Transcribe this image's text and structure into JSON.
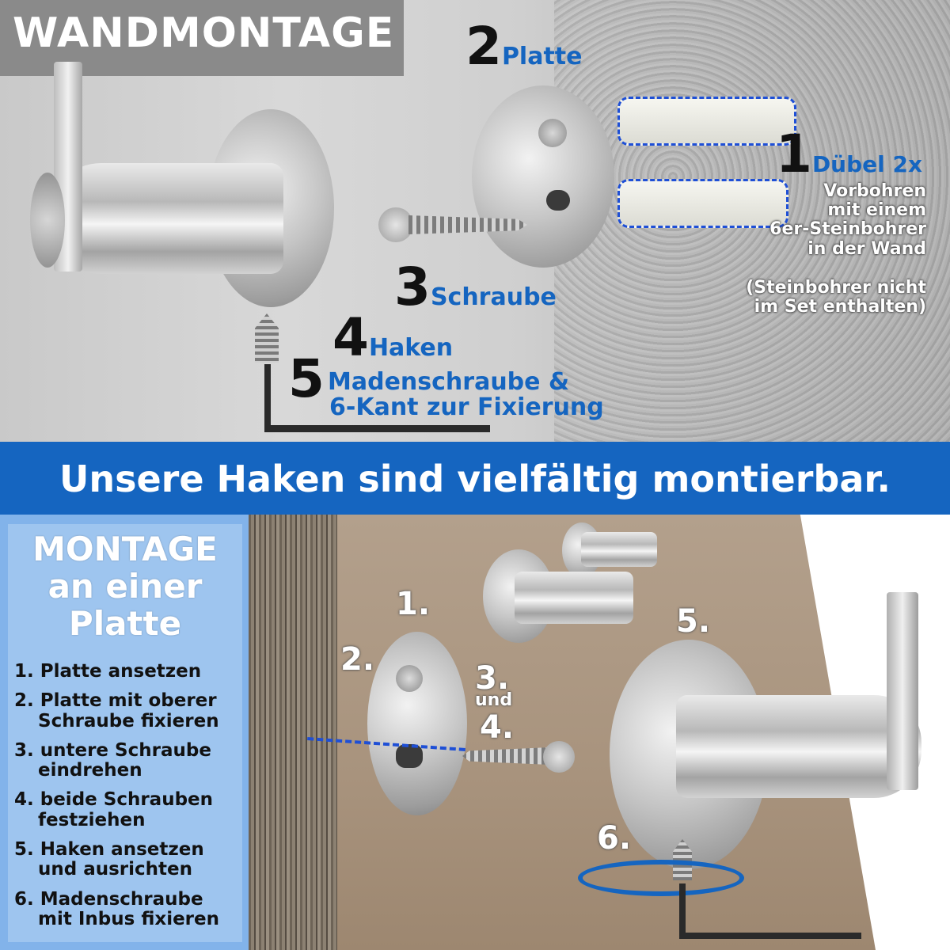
{
  "wall": {
    "header": "WANDMONTAGE",
    "parts": [
      {
        "num": "1",
        "label": "Dübel 2x"
      },
      {
        "num": "2",
        "label": "Platte"
      },
      {
        "num": "3",
        "label": "Schraube"
      },
      {
        "num": "4",
        "label": "Haken"
      },
      {
        "num": "5",
        "label_line1": "Madenschraube &",
        "label_line2": "6-Kant zur Fixierung"
      }
    ],
    "drill_note": [
      "Vorbohren",
      "mit einem",
      "6er-Steinbohrer",
      "in der Wand"
    ],
    "drill_note2": [
      "(Steinbohrer nicht",
      "im Set enthalten)"
    ]
  },
  "banner": "Unsere Haken sind vielfältig montierbar.",
  "plate": {
    "title": [
      "MONTAGE",
      "an einer",
      "Platte"
    ],
    "steps": [
      [
        "1. Platte ansetzen"
      ],
      [
        "2. Platte mit oberer",
        "Schraube fixieren"
      ],
      [
        "3. untere Schraube",
        "eindrehen"
      ],
      [
        "4. beide Schrauben",
        "festziehen"
      ],
      [
        "5. Haken ansetzen",
        "und ausrichten"
      ],
      [
        "6. Madenschraube",
        "mit Inbus fixieren"
      ]
    ],
    "markers": {
      "m1": "1.",
      "m2": "2.",
      "m3": "3.",
      "und": "und",
      "m4": "4.",
      "m5": "5.",
      "m6": "6."
    }
  },
  "colors": {
    "accent_blue": "#1565c0",
    "header_gray": "#8a8a8a",
    "left_panel": "#9ec5ef"
  }
}
